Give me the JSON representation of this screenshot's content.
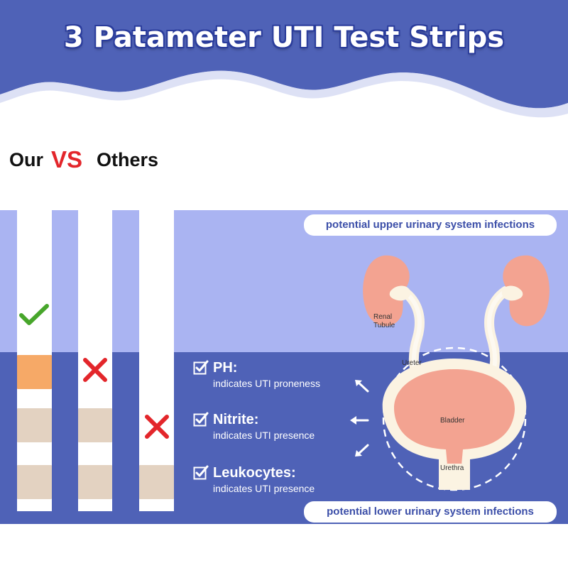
{
  "title": "3 Patameter UTI Test Strips",
  "comparison": {
    "ours": "Our",
    "vs": "VS",
    "others": "Others"
  },
  "zones": {
    "upper": "potential upper urinary system infections",
    "lower": "potential lower urinary system infections"
  },
  "parameters": [
    {
      "name": "PH:",
      "description": "indicates UTI proneness"
    },
    {
      "name": "Nitrite:",
      "description": "indicates UTI presence"
    },
    {
      "name": "Leukocytes:",
      "description": "indicates UTI presence"
    }
  ],
  "anatomy": {
    "renal_tubule": "Renal Tubule",
    "ureter": "Ureter",
    "bladder": "Bladder",
    "urethra": "Urethra"
  },
  "colors": {
    "header_blue": "#4f62b7",
    "band_light": "#aab4f2",
    "band_dark": "#4f62b7",
    "ph_pad": "#f6a967",
    "test_pad": "#e3d2c1",
    "organ_pink": "#f3a391",
    "check_green": "#47a62b",
    "cross_red": "#e3262b"
  },
  "icons": [
    "check-icon",
    "cross-icon",
    "checkbox-icon",
    "arrow-icon"
  ]
}
